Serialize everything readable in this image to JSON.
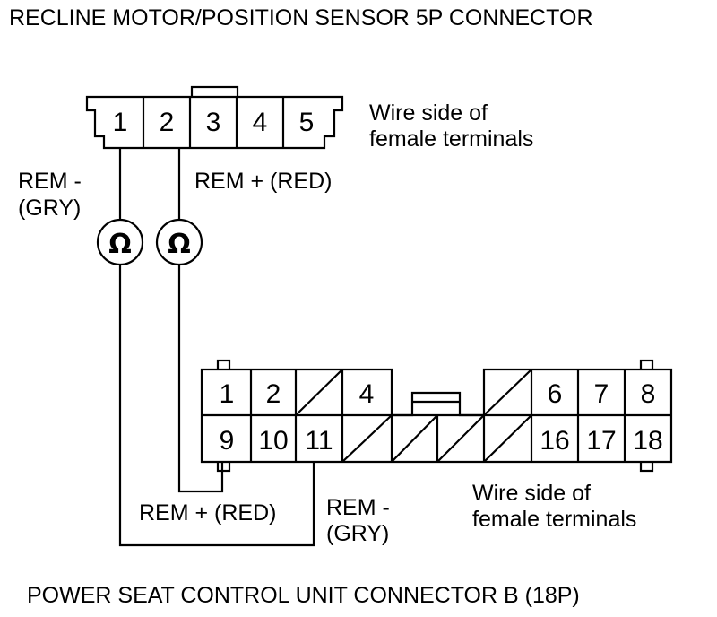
{
  "title_top": "RECLINE MOTOR/POSITION SENSOR 5P CONNECTOR",
  "title_bottom": "POWER SEAT CONTROL UNIT CONNECTOR B (18P)",
  "top_connector": {
    "terminals": [
      "1",
      "2",
      "3",
      "4",
      "5"
    ],
    "side_label_line1": "Wire side of",
    "side_label_line2": "female terminals"
  },
  "bottom_connector": {
    "row1": [
      "1",
      "2",
      "",
      "4",
      "",
      "",
      "",
      "6",
      "7",
      "8"
    ],
    "row2": [
      "9",
      "10",
      "11",
      "",
      "",
      "",
      "",
      "16",
      "17",
      "18"
    ],
    "side_label_line1": "Wire side of",
    "side_label_line2": "female terminals"
  },
  "meters": {
    "symbol": "Ω"
  },
  "wires": {
    "rem_minus_top_1": "REM -",
    "rem_minus_top_2": "(GRY)",
    "rem_plus_top": "REM +  (RED)",
    "rem_plus_bottom": "REM +  (RED)",
    "rem_minus_bottom_1": "REM -",
    "rem_minus_bottom_2": "(GRY)"
  }
}
